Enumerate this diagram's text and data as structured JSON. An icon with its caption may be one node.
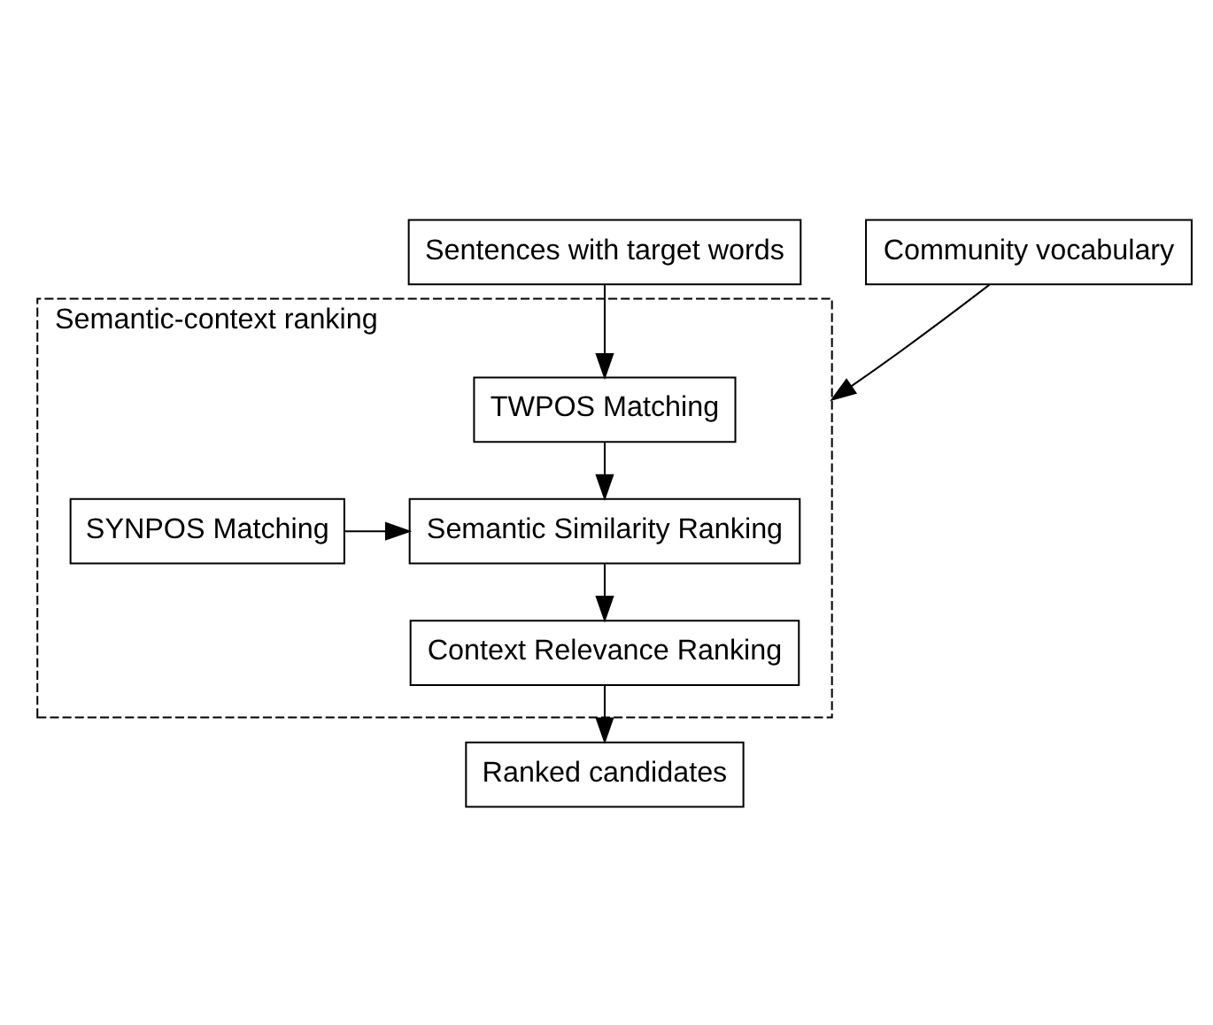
{
  "diagram": {
    "nodes": [
      {
        "text": [
          "Sentences with target words"
        ]
      },
      {
        "text": [
          "Semantic-context ranking"
        ]
      },
      {
        "text": [
          "TWPOS Matching"
        ],
        "in": 1
      },
      {
        "text": [
          "SYNPOS Matching"
        ],
        "in": 1
      },
      {
        "text": [
          "Semantic Similarity Ranking"
        ],
        "in": 1
      },
      {
        "text": [
          "Context Relevance Ranking"
        ],
        "in": 1
      },
      {
        "text": [
          "Community vocabulary"
        ]
      },
      {
        "text": [
          "Ranked candidates"
        ]
      }
    ],
    "edges": [
      {
        "from": 0,
        "to": 2,
        "arrow": "to"
      },
      {
        "from": 2,
        "to": 4,
        "arrow": "to"
      },
      {
        "from": 3,
        "to": 4,
        "arrow": "to"
      },
      {
        "from": 4,
        "to": 5,
        "arrow": "to"
      },
      {
        "from": 5,
        "to": 7,
        "arrow": "to"
      },
      {
        "from": 6,
        "to": 1,
        "arrow": "to"
      }
    ]
  }
}
